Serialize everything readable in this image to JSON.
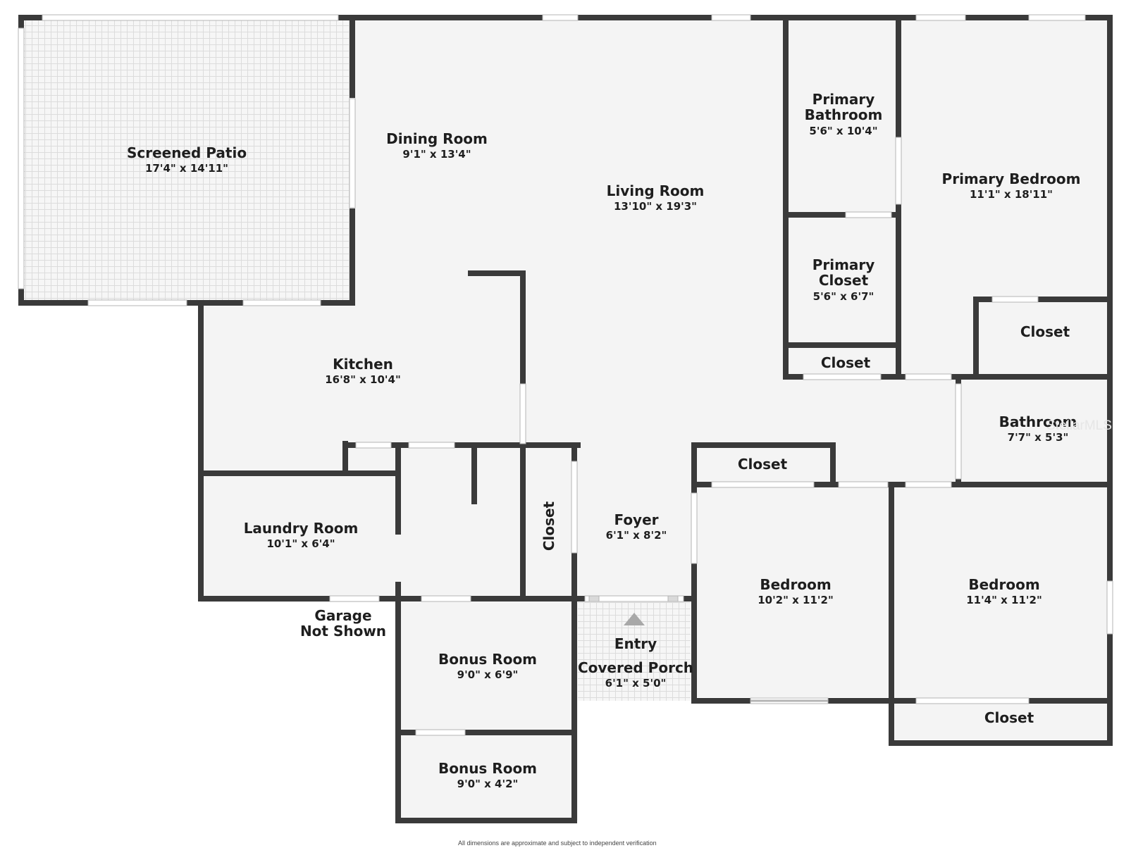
{
  "rooms": {
    "screened_patio": {
      "name": "Screened Patio",
      "dims": "17'4\" x 14'11\""
    },
    "dining_room": {
      "name": "Dining Room",
      "dims": "9'1\" x 13'4\""
    },
    "living_room": {
      "name": "Living Room",
      "dims": "13'10\" x 19'3\""
    },
    "primary_bathroom": {
      "name_line1": "Primary",
      "name_line2": "Bathroom",
      "dims": "5'6\" x 10'4\""
    },
    "primary_bedroom": {
      "name": "Primary Bedroom",
      "dims": "11'1\" x 18'11\""
    },
    "primary_closet": {
      "name_line1": "Primary",
      "name_line2": "Closet",
      "dims": "5'6\" x 6'7\""
    },
    "closet_hall": {
      "name": "Closet"
    },
    "closet_primary_bedroom": {
      "name": "Closet"
    },
    "kitchen": {
      "name": "Kitchen",
      "dims": "16'8\" x 10'4\""
    },
    "bathroom": {
      "name": "Bathroom",
      "dims": "7'7\" x 5'3\""
    },
    "closet_foyer_right": {
      "name": "Closet"
    },
    "laundry_room": {
      "name": "Laundry Room",
      "dims": "10'1\" x 6'4\""
    },
    "closet_foyer_left": {
      "name": "Closet"
    },
    "foyer": {
      "name": "Foyer",
      "dims": "6'1\" x 8'2\""
    },
    "bedroom_2": {
      "name": "Bedroom",
      "dims": "10'2\" x 11'2\""
    },
    "bedroom_3": {
      "name": "Bedroom",
      "dims": "11'4\" x 11'2\""
    },
    "garage_note": {
      "line1": "Garage",
      "line2": "Not Shown"
    },
    "bonus_room_1": {
      "name": "Bonus Room",
      "dims": "9'0\" x 6'9\""
    },
    "entry": {
      "name": "Entry"
    },
    "covered_porch": {
      "name": "Covered Porch",
      "dims": "6'1\" x 5'0\""
    },
    "closet_bedroom_3": {
      "name": "Closet"
    },
    "bonus_room_2": {
      "name": "Bonus Room",
      "dims": "9'0\" x 4'2\""
    }
  },
  "watermark": "StellarMLS",
  "disclaimer": "All dimensions are approximate and subject to independent verification",
  "colors": {
    "wall": "#3a3a3a",
    "floor": "#f4f4f4",
    "opening": "#ffffff",
    "entry_arrow": "#a8a8a8"
  },
  "icons": {
    "entry_arrow": "triangle-up-icon"
  }
}
